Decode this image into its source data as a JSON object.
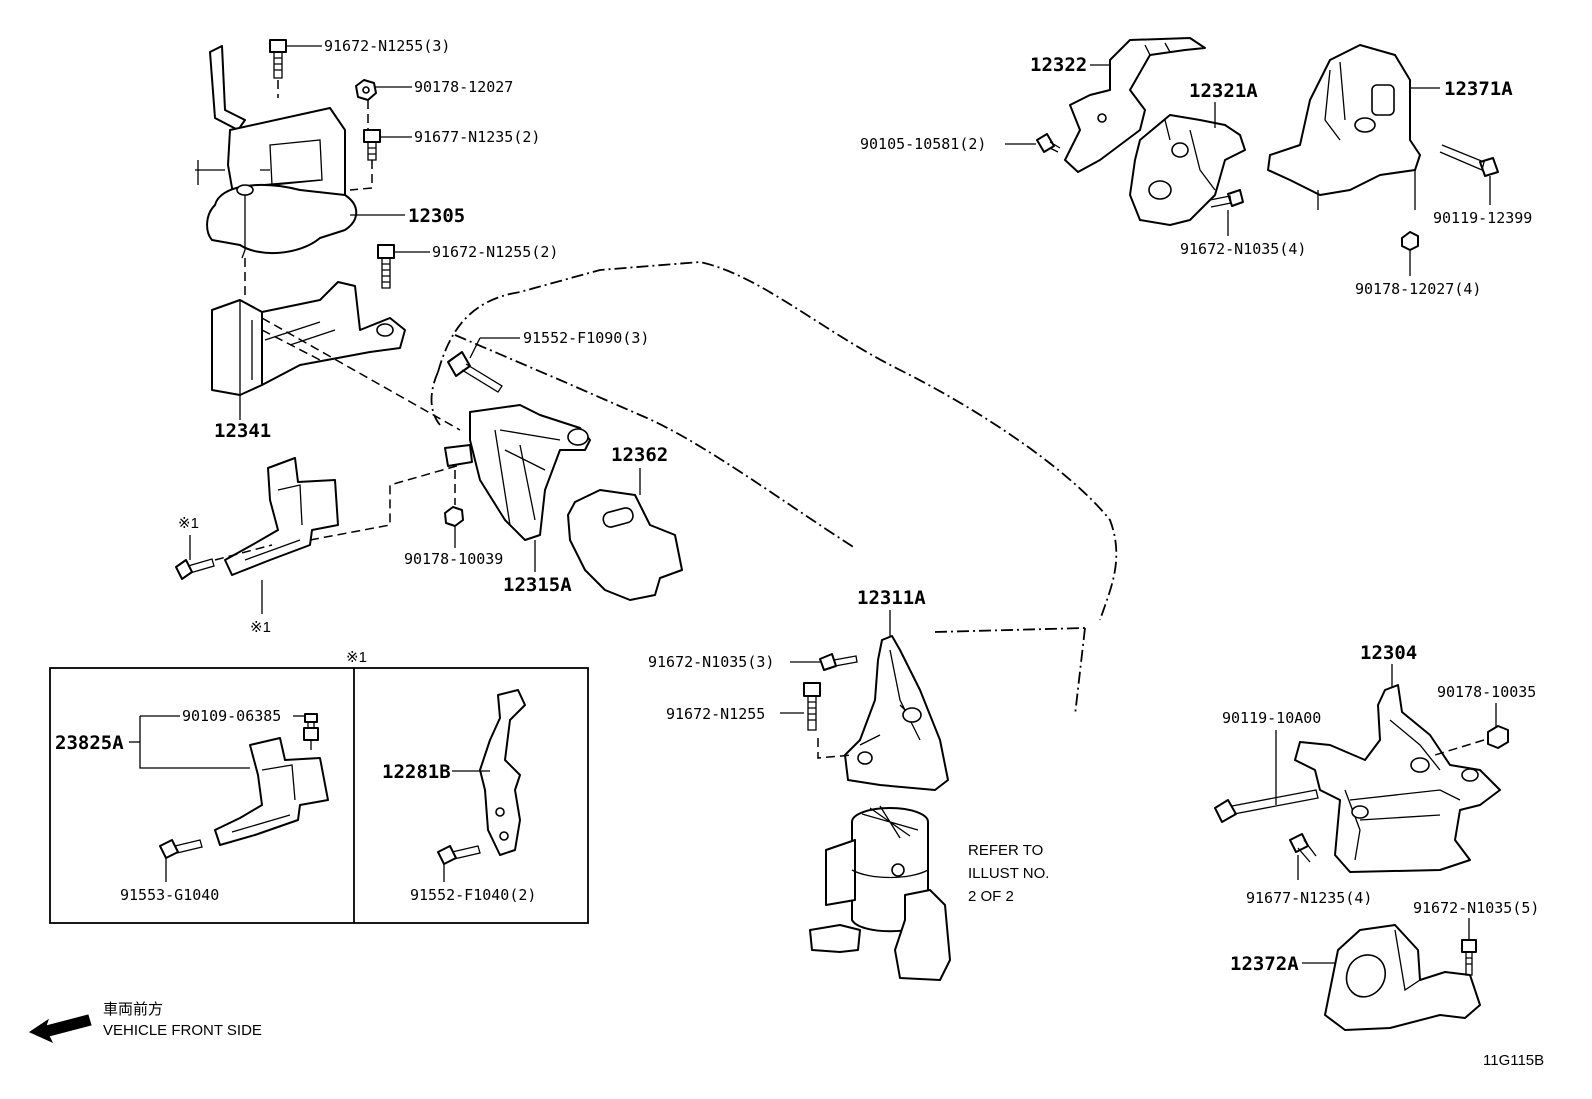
{
  "labels": {
    "p12305": "12305",
    "p91672_n1255_3": "91672-N1255(3)",
    "p90178_12027": "90178-12027",
    "p91677_n1235_2": "91677-N1235(2)",
    "p91672_n1255_2": "91672-N1255(2)",
    "p12341": "12341",
    "p91552_f1090_3": "91552-F1090(3)",
    "p12362": "12362",
    "p90178_10039": "90178-10039",
    "p12315a": "12315A",
    "star1_a": "※1",
    "star1_b": "※1",
    "star1_box": "※1",
    "p12322": "12322",
    "p12321a": "12321A",
    "p12371a": "12371A",
    "p90105_10581_2": "90105-10581(2)",
    "p91672_n1035_4": "91672-N1035(4)",
    "p90119_12399": "90119-12399",
    "p90178_12027_4": "90178-12027(4)",
    "p12311a": "12311A",
    "p91672_n1035_3": "91672-N1035(3)",
    "p91672_n1255": "91672-N1255",
    "refer_line1": "REFER TO",
    "refer_line2": "ILLUST NO.",
    "refer_line3": "2 OF 2",
    "p12304": "12304",
    "p90178_10035": "90178-10035",
    "p90119_10a00": "90119-10A00",
    "p91677_n1235_4": "91677-N1235(4)",
    "p91672_n1035_5": "91672-N1035(5)",
    "p12372a": "12372A",
    "p23825a": "23825A",
    "p90109_06385": "90109-06385",
    "p91553_g1040": "91553-G1040",
    "p12281b": "12281B",
    "p91552_f1040_2": "91552-F1040(2)",
    "front_jp": "車両前方",
    "front_en": "VEHICLE FRONT SIDE",
    "illust_code": "11G115B"
  }
}
